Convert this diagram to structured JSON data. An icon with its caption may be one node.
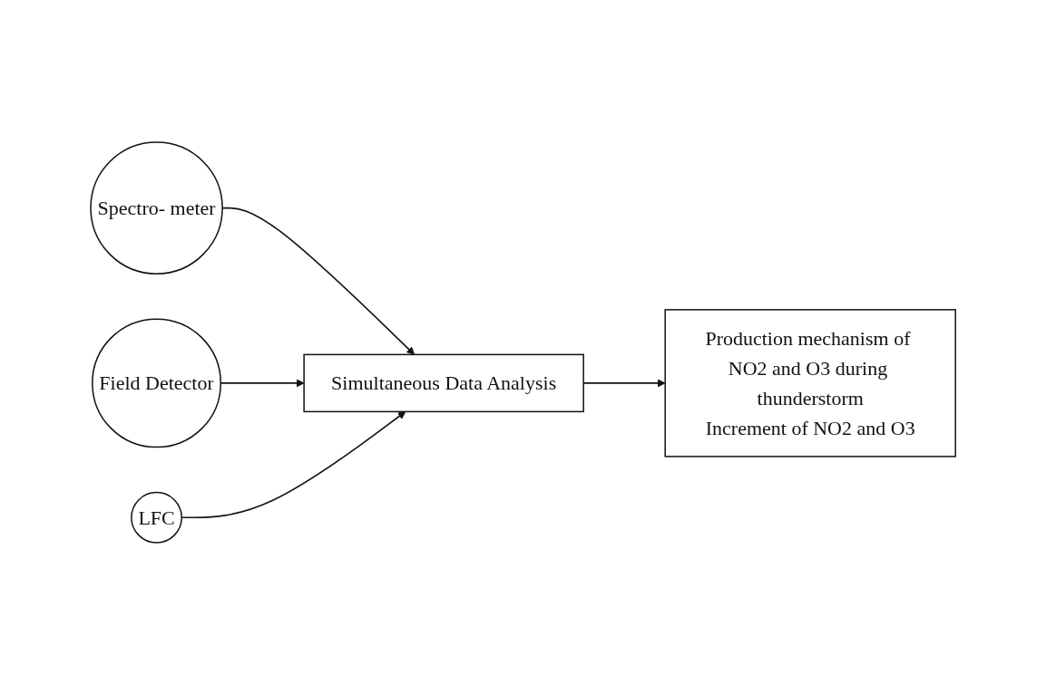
{
  "diagram": {
    "nodes": [
      {
        "text": [
          "Spectro- meter"
        ]
      },
      {
        "text": [
          "Field Detector"
        ]
      },
      {
        "text": [
          "Simultaneous Data Analysis"
        ]
      },
      {
        "text": [
          "LFC"
        ]
      },
      {
        "text": [
          "Production mechanism of NO2 and O3 during thunderstorm",
          "Increment of NO2 and O3"
        ]
      }
    ],
    "edges": [
      {
        "from": 0,
        "to": 2,
        "arrow": "to"
      },
      {
        "from": 1,
        "to": 2,
        "arrow": "to"
      },
      {
        "from": 3,
        "to": 2,
        "arrow": "to"
      },
      {
        "from": 2,
        "to": 4,
        "arrow": "to"
      }
    ]
  }
}
